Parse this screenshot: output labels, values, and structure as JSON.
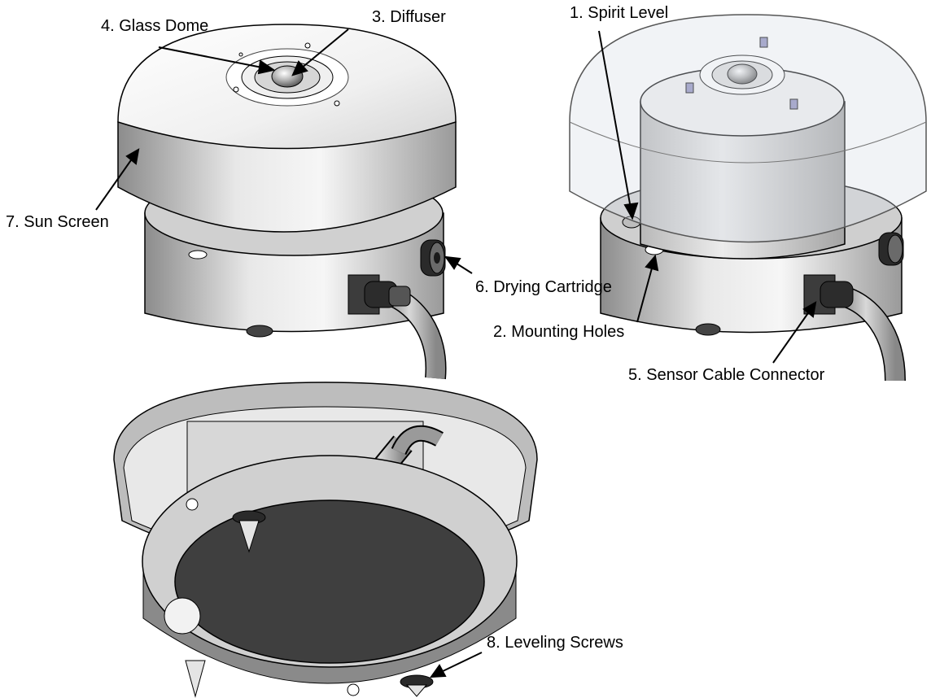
{
  "colors": {
    "ink": "#000000",
    "metal_light": "#f4f4f4",
    "metal_mid": "#c9c9c9",
    "metal_dark": "#7a7a7a",
    "glass": "#dfe3e8",
    "bolt_blue": "#8f8fbf"
  },
  "labels": {
    "glass_dome": "4. Glass Dome",
    "diffuser": "3. Diffuser",
    "sun_screen": "7. Sun Screen",
    "drying_cartridge": "6. Drying Cartridge",
    "spirit_level": "1. Spirit Level",
    "mounting_holes": "2. Mounting Holes",
    "sensor_cable_connector": "5. Sensor Cable Connector",
    "leveling_screws": "8. Leveling Screws"
  }
}
